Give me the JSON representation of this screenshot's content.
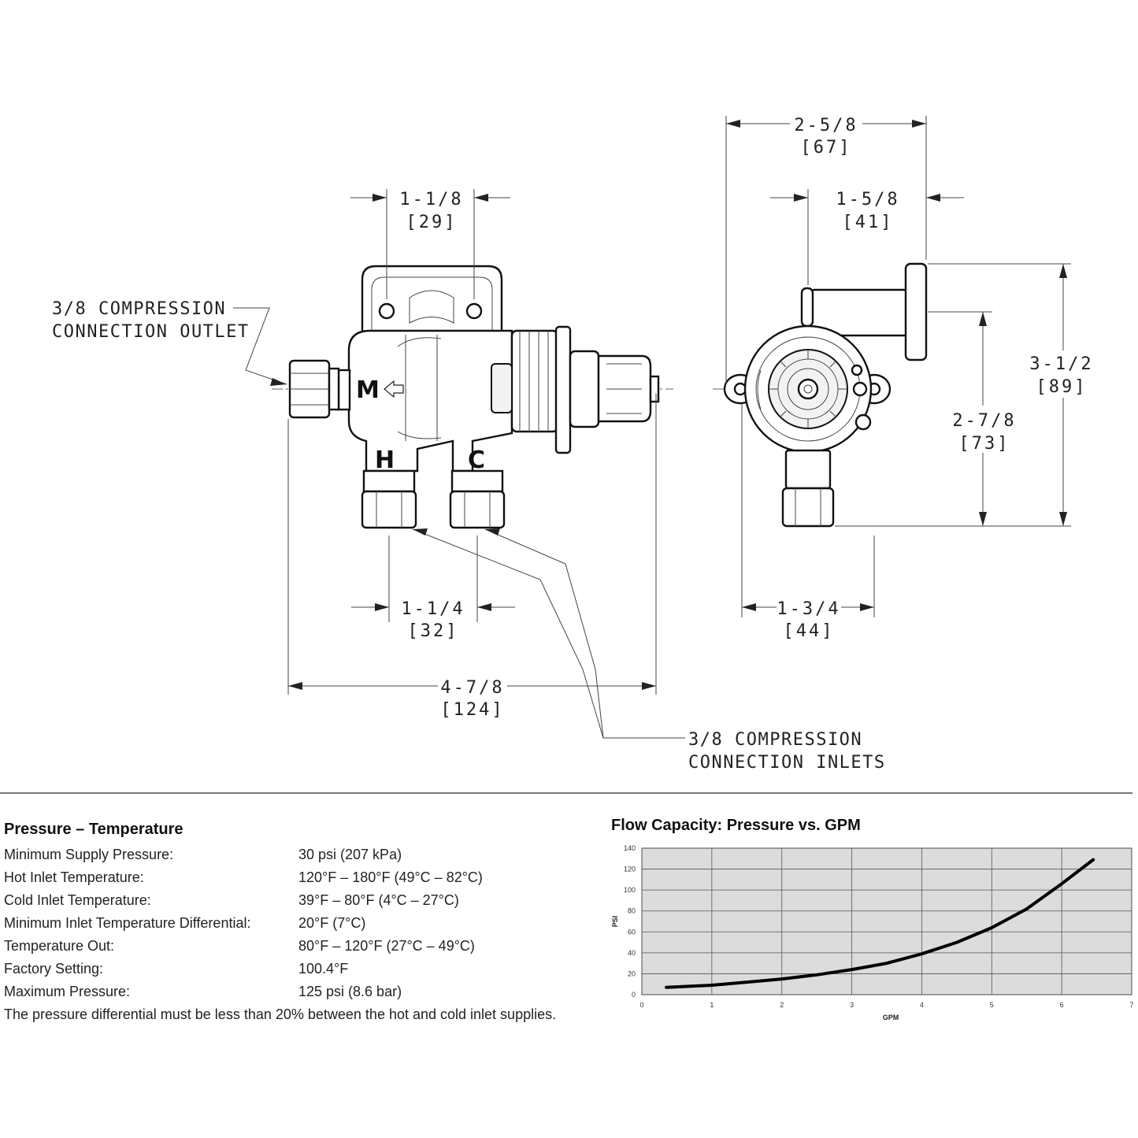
{
  "drawing": {
    "front_view": {
      "outlet_callout": [
        "3/8 COMPRESSION",
        "CONNECTION OUTLET"
      ],
      "inlet_callout": [
        "3/8 COMPRESSION",
        "CONNECTION INLETS"
      ],
      "port_labels": {
        "mixed": "M",
        "hot": "H",
        "cold": "C"
      },
      "dims": {
        "top_width": {
          "in": "1-1/8",
          "mm": "[29]"
        },
        "inlet_spacing": {
          "in": "1-1/4",
          "mm": "[32]"
        },
        "overall_length": {
          "in": "4-7/8",
          "mm": "[124]"
        }
      }
    },
    "side_view": {
      "dims": {
        "overall_depth": {
          "in": "2-5/8",
          "mm": "[67]"
        },
        "mount_offset": {
          "in": "1-5/8",
          "mm": "[41]"
        },
        "overall_height": {
          "in": "3-1/2",
          "mm": "[89]"
        },
        "center_height": {
          "in": "2-7/8",
          "mm": "[73]"
        },
        "base_width": {
          "in": "1-3/4",
          "mm": "[44]"
        }
      }
    }
  },
  "specs": {
    "title": "Pressure – Temperature",
    "rows": [
      {
        "label": "Minimum Supply Pressure:",
        "value": "30 psi (207 kPa)"
      },
      {
        "label": "Hot Inlet Temperature:",
        "value": "120°F – 180°F (49°C – 82°C)"
      },
      {
        "label": "Cold Inlet Temperature:",
        "value": "39°F – 80°F (4°C – 27°C)"
      },
      {
        "label": "Minimum Inlet Temperature Differential:",
        "value": "20°F (7°C)"
      },
      {
        "label": "Temperature Out:",
        "value": "80°F – 120°F (27°C – 49°C)"
      },
      {
        "label": "Factory Setting:",
        "value": "100.4°F"
      },
      {
        "label": "Maximum Pressure:",
        "value": "125 psi (8.6 bar)"
      }
    ],
    "note": "The pressure differential must be less than 20% between the hot and cold inlet supplies."
  },
  "chart_data": {
    "type": "line",
    "title": "Flow Capacity: Pressure vs. GPM",
    "xlabel": "GPM",
    "ylabel": "PSI",
    "xlim": [
      0,
      7
    ],
    "ylim": [
      0,
      140
    ],
    "xticks": [
      0,
      1,
      2,
      3,
      4,
      5,
      6,
      7
    ],
    "yticks": [
      0,
      20,
      40,
      60,
      80,
      100,
      120,
      140
    ],
    "grid": true,
    "background": "#dcdcdc",
    "line_color": "#000000",
    "series": [
      {
        "x": [
          0.35,
          1.0,
          1.5,
          2.0,
          2.5,
          3.0,
          3.5,
          4.0,
          4.5,
          5.0,
          5.5,
          6.0,
          6.45
        ],
        "y": [
          7,
          9,
          12,
          15,
          19,
          24,
          30,
          39,
          50,
          64,
          82,
          106,
          129
        ]
      }
    ]
  }
}
